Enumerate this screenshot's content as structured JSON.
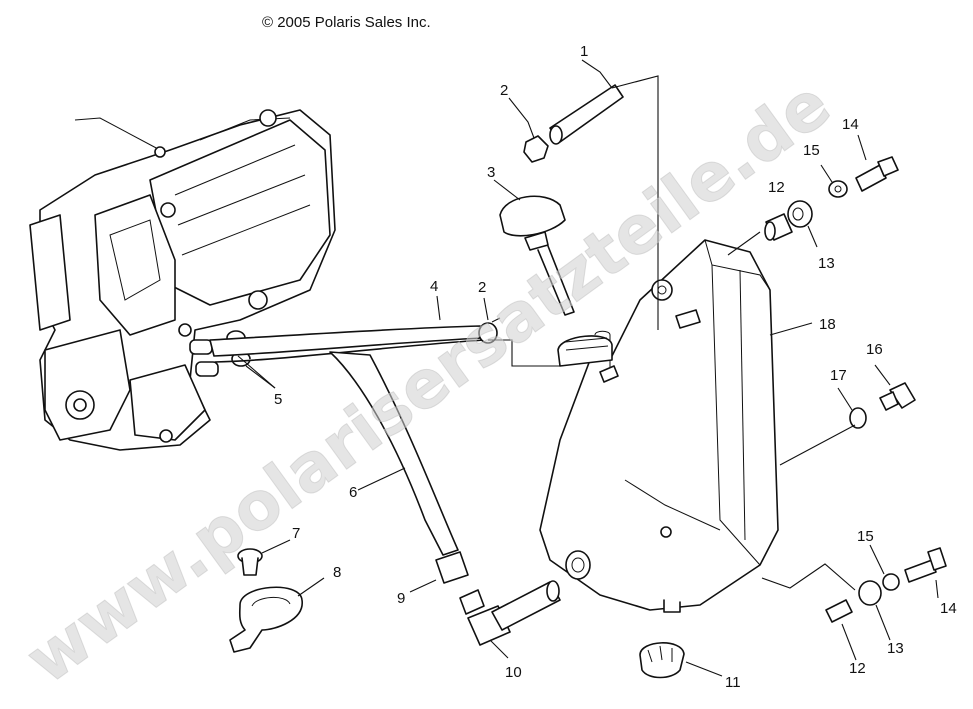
{
  "copyright": "© 2005 Polaris Sales Inc.",
  "watermark": "www.polarisersatzteile.de",
  "callouts": [
    "1",
    "2",
    "3",
    "12",
    "15",
    "14",
    "13",
    "4",
    "2",
    "18",
    "5",
    "16",
    "17",
    "6",
    "7",
    "8",
    "9",
    "10",
    "11",
    "15",
    "14",
    "13",
    "12"
  ]
}
